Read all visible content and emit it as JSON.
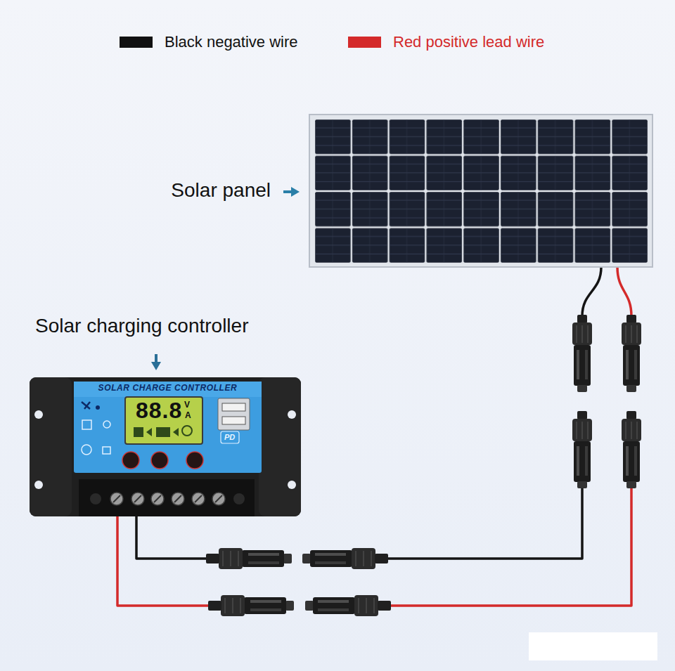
{
  "diagram": {
    "nodes": [
      {
        "text": [
          "Solar panel"
        ]
      },
      {
        "text": [
          "Solar charging controller",
          "SOLAR CHARGE CONTROLLER"
        ]
      }
    ],
    "edges": [
      {
        "from": 0,
        "to": 1,
        "arrow": "none"
      },
      {
        "from": 0,
        "to": 1,
        "arrow": "none"
      }
    ],
    "labels": [
      "88.8",
      "V",
      "A",
      "PD"
    ],
    "legend": [
      {
        "text": "Black negative wire",
        "color": "#111111"
      },
      {
        "text": "Red positive lead wire",
        "color": "#d42a2a"
      }
    ]
  }
}
